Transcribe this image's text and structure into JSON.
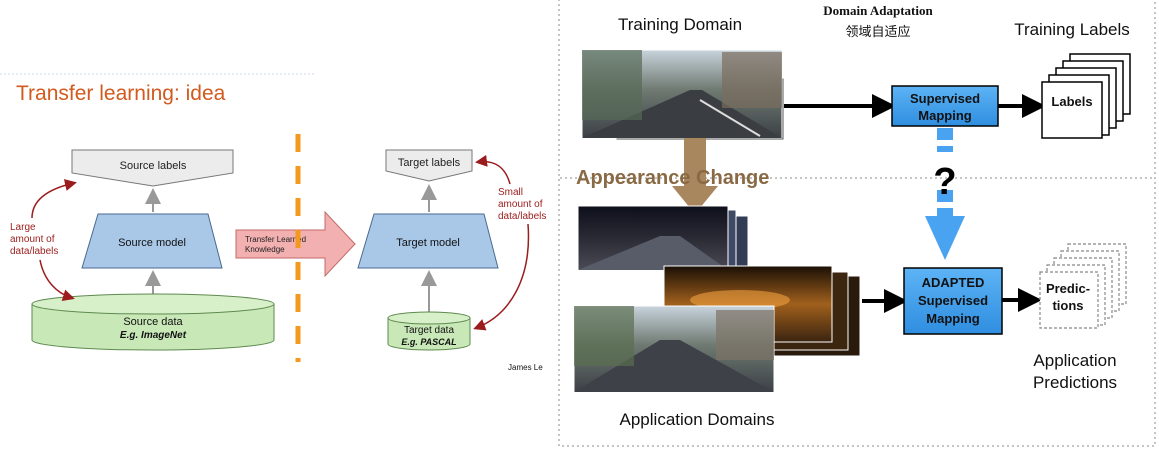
{
  "left": {
    "title": "Transfer learning: idea",
    "source_labels": "Source labels",
    "source_model": "Source model",
    "source_data": "Source data",
    "source_data_example": "E.g. ImageNet",
    "large_note": [
      "Large",
      "amount of",
      "data/labels"
    ],
    "transfer_arrow": [
      "Transfer Learned",
      "Knowledge"
    ],
    "target_labels": "Target labels",
    "target_model": "Target model",
    "target_data": "Target data",
    "target_data_example": "E.g. PASCAL",
    "small_note": [
      "Small",
      "amount of",
      "data/labels"
    ],
    "credit": "James Le"
  },
  "right": {
    "training_domain": "Training Domain",
    "heading": "Domain Adaptation",
    "heading_cn": "领域自适应",
    "training_labels": "Training Labels",
    "supervised_mapping": [
      "Supervised",
      "Mapping"
    ],
    "labels": "Labels",
    "question": "?",
    "appearance_change": "Appearance Change",
    "adapted_mapping": [
      "ADAPTED",
      "Supervised",
      "Mapping"
    ],
    "predictions": [
      "Predic-",
      "tions"
    ],
    "application_predictions": [
      "Application",
      "Predictions"
    ],
    "application_domains": "Application Domains"
  },
  "colors": {
    "title_orange": "#d25a1e",
    "model_blue": "#a9c8e8",
    "data_green": "#c9e8b8",
    "label_gray": "#ececec",
    "annotation_red": "#9b1c1c",
    "transfer_pink": "#f2b0b0",
    "divider_orange": "#f39a1e",
    "mapping_blue": "#4aa3f0",
    "appearance_brown": "#a8865e"
  }
}
